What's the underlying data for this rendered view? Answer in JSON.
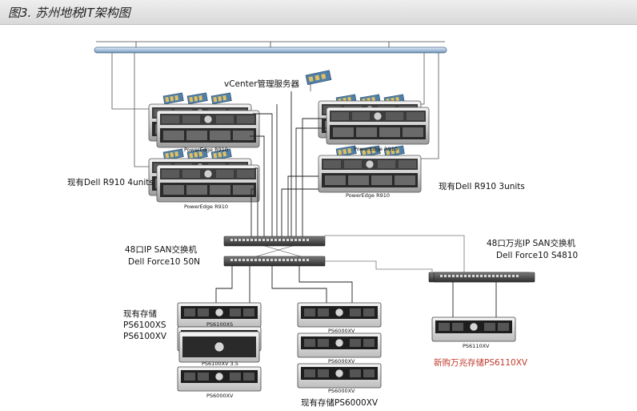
{
  "header": {
    "title": "图3. 苏州地税IT架构图"
  },
  "labels": {
    "vcenter": "vCenter管理服务器",
    "left_servers": "现有Dell R910  4units",
    "right_servers": "现有Dell R910  3units",
    "switch_left_line1": "48口IP SAN交换机",
    "switch_left_line2": "Dell Force10 50N",
    "switch_right_line1": "48口万兆IP SAN交换机",
    "switch_right_line2": "Dell Force10 S4810",
    "storage_left_line1": "现有存储",
    "storage_left_line2": "PS6100XS",
    "storage_left_line3": "PS6100XV",
    "storage_mid": "现有存储PS6000XV",
    "storage_right": "新购万兆存储PS6110XV"
  },
  "device_captions": {
    "pe_left_top": "PowerEdge R910",
    "pe_left_bottom": "PowerEdge R910",
    "pe_right_top": "PowerEdge R910",
    "pe_right_bottom": "PowerEdge R910",
    "ps_left_1": "PS6100XS",
    "ps_left_2": "PS6100XV 3.5",
    "ps_left_3": "PS6000XV",
    "ps_mid_1": "PS6000XV",
    "ps_mid_2": "PS6000XV",
    "ps_mid_3": "PS6000XV",
    "ps_right_1": "PS6110XV"
  },
  "colors": {
    "accent_red": "#c0392b",
    "bus": "#a9c4de"
  }
}
